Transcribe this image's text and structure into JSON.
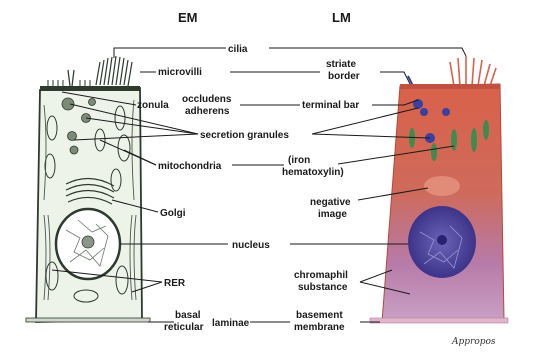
{
  "headers": {
    "em": "EM",
    "lm": "LM"
  },
  "labels": {
    "cilia": "cilia",
    "microvilli": "microvilli",
    "striate_1": "striate",
    "striate_2": "border",
    "zonula": "zonula",
    "occludens": "occludens",
    "adherens": "adherens",
    "terminal_bar": "terminal bar",
    "secretion_granules": "secretion granules",
    "mitochondria": "mitochondria",
    "iron_1": "(iron",
    "iron_2": "hematoxylin)",
    "golgi": "Golgi",
    "negative_1": "negative",
    "negative_2": "image",
    "nucleus": "nucleus",
    "rer": "RER",
    "chromaphil_1": "chromaphil",
    "chromaphil_2": "substance",
    "basal": "basal",
    "reticular": "reticular",
    "laminae": "laminae",
    "basement_1": "basement",
    "basement_2": "membrane"
  },
  "signature": "Appropos",
  "colors": {
    "em_outline": "#2e3a2e",
    "lm_cell": "#d9614a",
    "lm_cell_lower": "#b77aa8",
    "lm_nucleus": "#4a3f9a",
    "lm_mito": "#3f8a4f",
    "lm_granule": "#3b3fa0"
  }
}
